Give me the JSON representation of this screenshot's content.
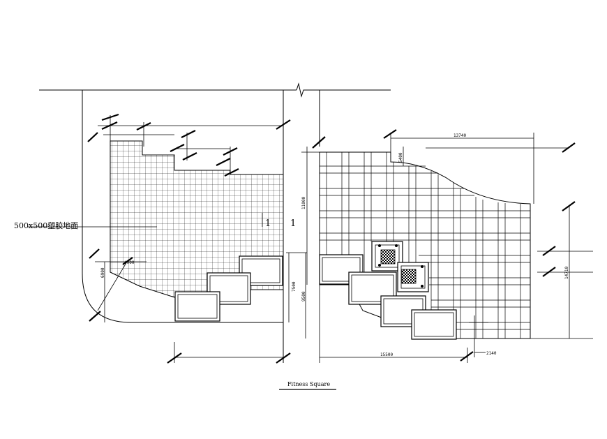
{
  "left_plan": {
    "material_label": "500x500塑胶地面",
    "section_mark": "1",
    "dims": {
      "d4000": "4000",
      "d6900": "6900",
      "d7500": "7500",
      "d9500": "9500"
    }
  },
  "right_plan": {
    "section_mark": "1",
    "dims": {
      "d11000": "11000",
      "d13740": "13740",
      "d5400": "5400",
      "d14710": "14710",
      "d15500": "15500",
      "d2140": "2140"
    }
  },
  "caption": "Fitness Square"
}
